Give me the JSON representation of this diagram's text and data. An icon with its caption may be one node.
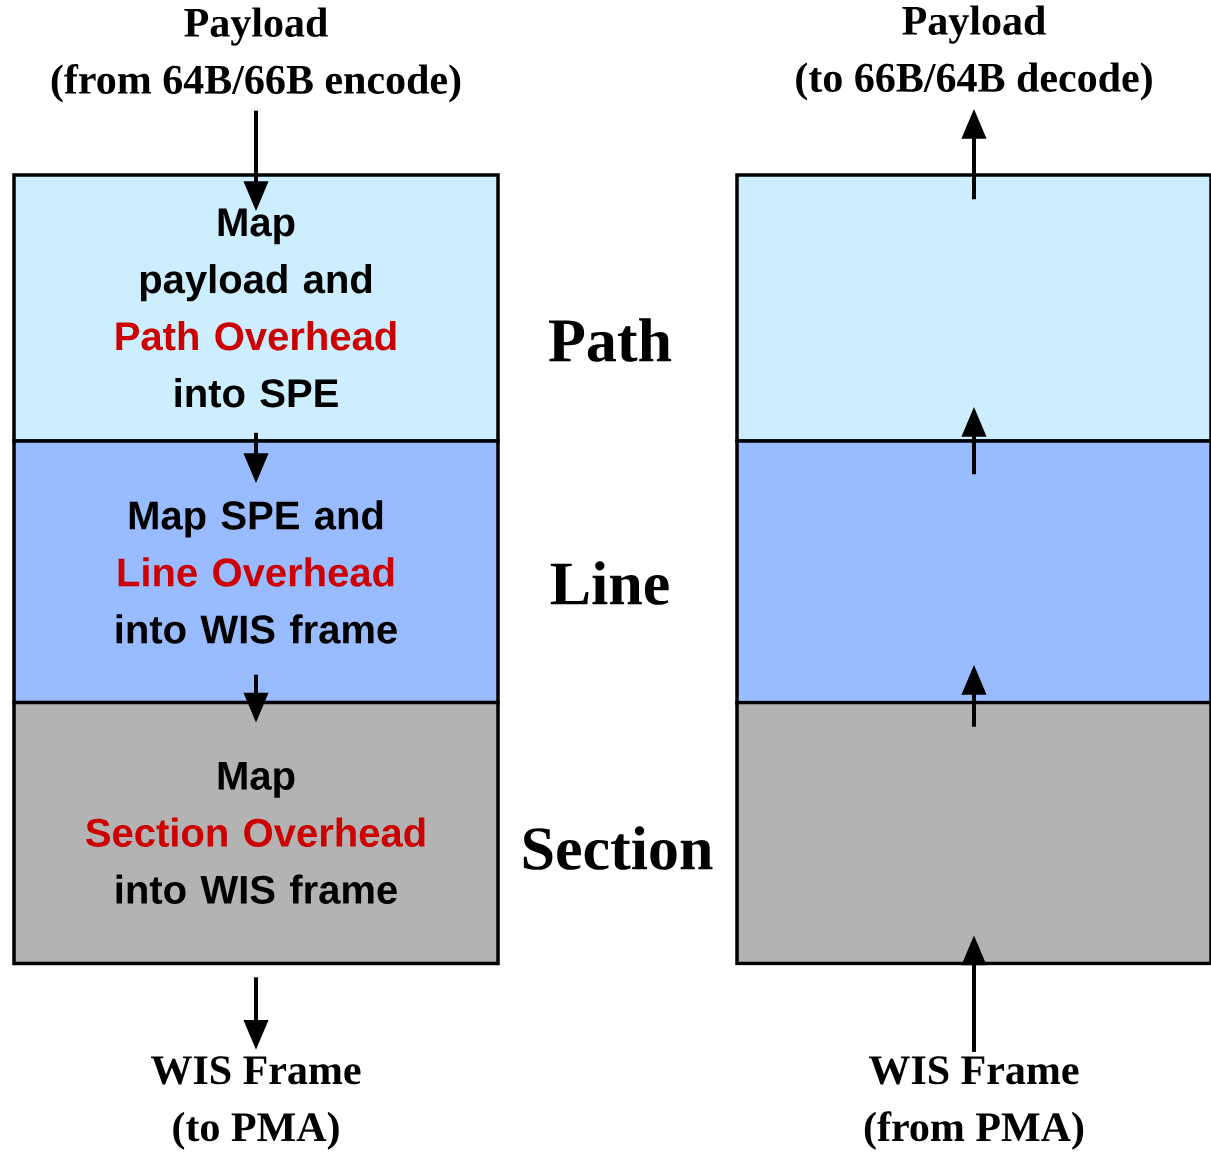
{
  "diagram": {
    "nodes": [
      {
        "text": [
          "Payload",
          "(from 64B/66B encode)"
        ]
      },
      {
        "text": [
          "Map payload and",
          "Path Overhead",
          "into SPE"
        ]
      },
      {
        "text": [
          "Map SPE and",
          "Line Overhead",
          "into WIS frame"
        ]
      },
      {
        "text": [
          "Map",
          "Section Overhead",
          "into WIS frame"
        ]
      },
      {
        "text": [
          "WIS Frame",
          "(to PMA)"
        ]
      },
      {
        "text": [
          "Payload",
          "(to 66B/64B decode)"
        ]
      },
      {
        "text": [],
        "shape": "box"
      },
      {
        "text": [],
        "shape": "box"
      },
      {
        "text": [],
        "shape": "box"
      },
      {
        "text": [
          "WIS Frame",
          "(from PMA)"
        ]
      }
    ],
    "edges": [
      {
        "from": 0,
        "to": 1,
        "arrow": "to"
      },
      {
        "from": 1,
        "to": 2,
        "arrow": "to"
      },
      {
        "from": 2,
        "to": 3,
        "arrow": "to"
      },
      {
        "from": 3,
        "to": 4,
        "arrow": "to"
      },
      {
        "from": 9,
        "to": 8,
        "arrow": "to"
      },
      {
        "from": 8,
        "to": 7,
        "arrow": "to"
      },
      {
        "from": 7,
        "to": 6,
        "arrow": "to"
      },
      {
        "from": 6,
        "to": 5,
        "arrow": "to"
      }
    ],
    "labels": [
      "Path",
      "Line",
      "Section"
    ]
  }
}
